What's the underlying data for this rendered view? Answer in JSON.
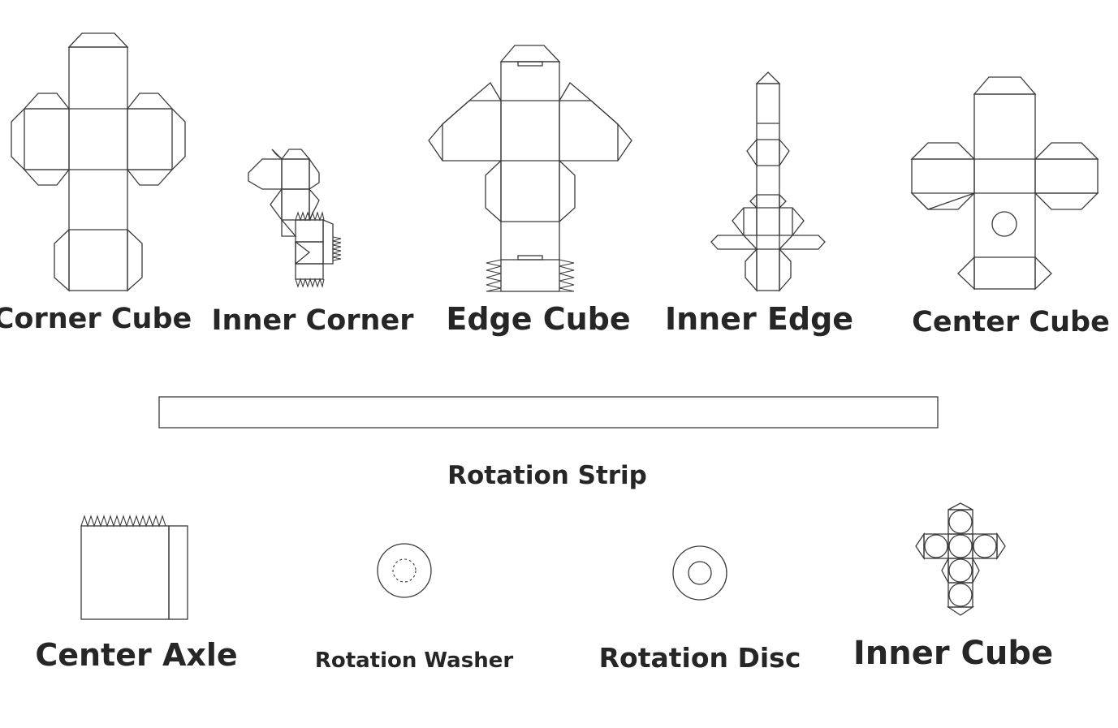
{
  "labels": {
    "corner_cube": "Corner Cube",
    "inner_corner": "Inner Corner",
    "edge_cube": "Edge Cube",
    "inner_edge": "Inner Edge",
    "center_cube": "Center Cube",
    "rotation_strip": "Rotation Strip",
    "center_axle": "Center Axle",
    "rotation_washer": "Rotation Washer",
    "rotation_disc": "Rotation Disc",
    "inner_cube": "Inner Cube"
  },
  "colors": {
    "line": "#3a3a3a",
    "text": "#262626",
    "background": "#ffffff"
  }
}
